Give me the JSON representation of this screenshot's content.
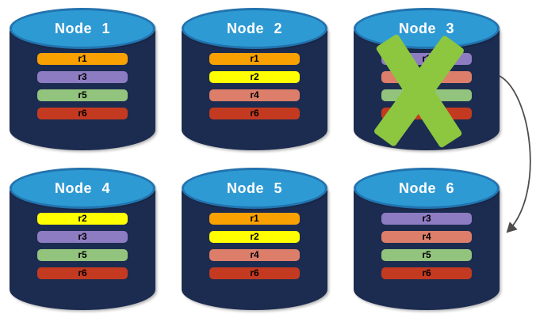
{
  "diagram": {
    "background": "#FFFFFF",
    "colors": {
      "cylinder_body": "#1C2C50",
      "cylinder_top": "#2E9AD4",
      "cylinder_top_border": "#2273AE",
      "title_text": "#FFFFFF",
      "replica_text": "#000000",
      "cross": "#8DC63F",
      "arrow": "#4D4D4D"
    },
    "nodes": [
      {
        "label": "Node 1",
        "failed": false,
        "replicas": [
          {
            "label": "r1",
            "color": "#F9A100"
          },
          {
            "label": "r3",
            "color": "#8E7CC3"
          },
          {
            "label": "r5",
            "color": "#93C47D"
          },
          {
            "label": "r6",
            "color": "#C43A21"
          }
        ]
      },
      {
        "label": "Node 2",
        "failed": false,
        "replicas": [
          {
            "label": "r1",
            "color": "#F9A100"
          },
          {
            "label": "r2",
            "color": "#FFFF00"
          },
          {
            "label": "r4",
            "color": "#DD7E6B"
          },
          {
            "label": "r6",
            "color": "#C43A21"
          }
        ]
      },
      {
        "label": "Node 3",
        "failed": true,
        "replicas": [
          {
            "label": "r3",
            "color": "#8E7CC3"
          },
          {
            "label": "",
            "color": "#DD7E6B"
          },
          {
            "label": "",
            "color": "#93C47D"
          },
          {
            "label": "",
            "color": "#C43A21"
          }
        ]
      },
      {
        "label": "Node 4",
        "failed": false,
        "replicas": [
          {
            "label": "r2",
            "color": "#FFFF00"
          },
          {
            "label": "r3",
            "color": "#8E7CC3"
          },
          {
            "label": "r5",
            "color": "#93C47D"
          },
          {
            "label": "r6",
            "color": "#C43A21"
          }
        ]
      },
      {
        "label": "Node 5",
        "failed": false,
        "replicas": [
          {
            "label": "r1",
            "color": "#F9A100"
          },
          {
            "label": "r2",
            "color": "#FFFF00"
          },
          {
            "label": "r4",
            "color": "#DD7E6B"
          },
          {
            "label": "r6",
            "color": "#C43A21"
          }
        ]
      },
      {
        "label": "Node 6",
        "failed": false,
        "replicas": [
          {
            "label": "r3",
            "color": "#8E7CC3"
          },
          {
            "label": "r4",
            "color": "#DD7E6B"
          },
          {
            "label": "r5",
            "color": "#93C47D"
          },
          {
            "label": "r6",
            "color": "#C43A21"
          }
        ]
      }
    ],
    "arrow": {
      "from": "Node 3",
      "to": "Node 6"
    }
  }
}
